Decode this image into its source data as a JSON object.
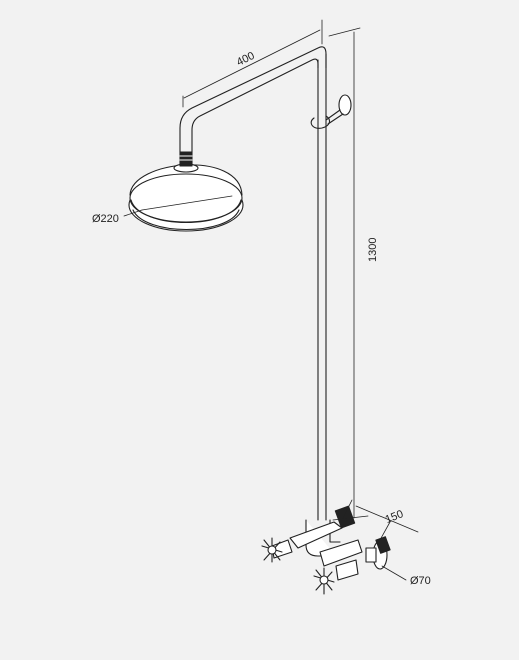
{
  "diagram": {
    "dimensions": {
      "arm_length": "400",
      "head_diameter": "Ø220",
      "height": "1300",
      "valve_spacing": "150",
      "flange_diameter": "Ø70"
    },
    "colors": {
      "background": "#f2f2f2",
      "line": "#222222",
      "fill": "#ffffff"
    }
  }
}
